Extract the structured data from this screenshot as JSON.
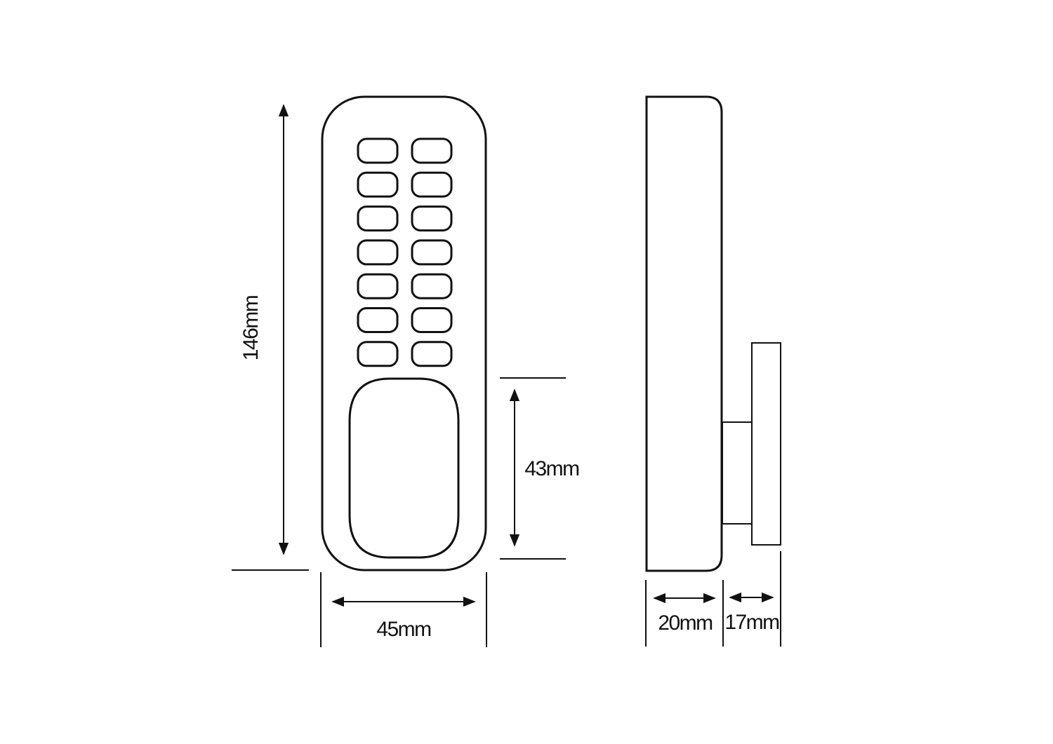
{
  "dimensions": {
    "height_label": "146mm",
    "width_label": "45mm",
    "handle_label": "43mm",
    "depth_label": "20mm",
    "spindle_label": "17mm"
  },
  "keypad": {
    "rows": 7,
    "columns": 2
  },
  "colors": {
    "line": "#111111",
    "background": "#ffffff"
  }
}
